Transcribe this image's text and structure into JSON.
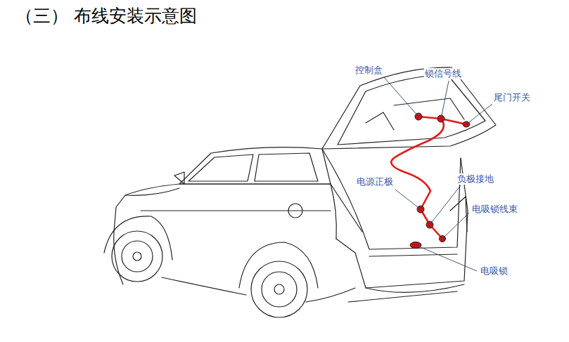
{
  "diagram": {
    "title": "（三） 布线安装示意图",
    "labels": [
      "控制盒",
      "锁信号线",
      "尾门开关",
      "电源正极",
      "负极接地",
      "电吸锁线束",
      "电吸锁"
    ]
  }
}
